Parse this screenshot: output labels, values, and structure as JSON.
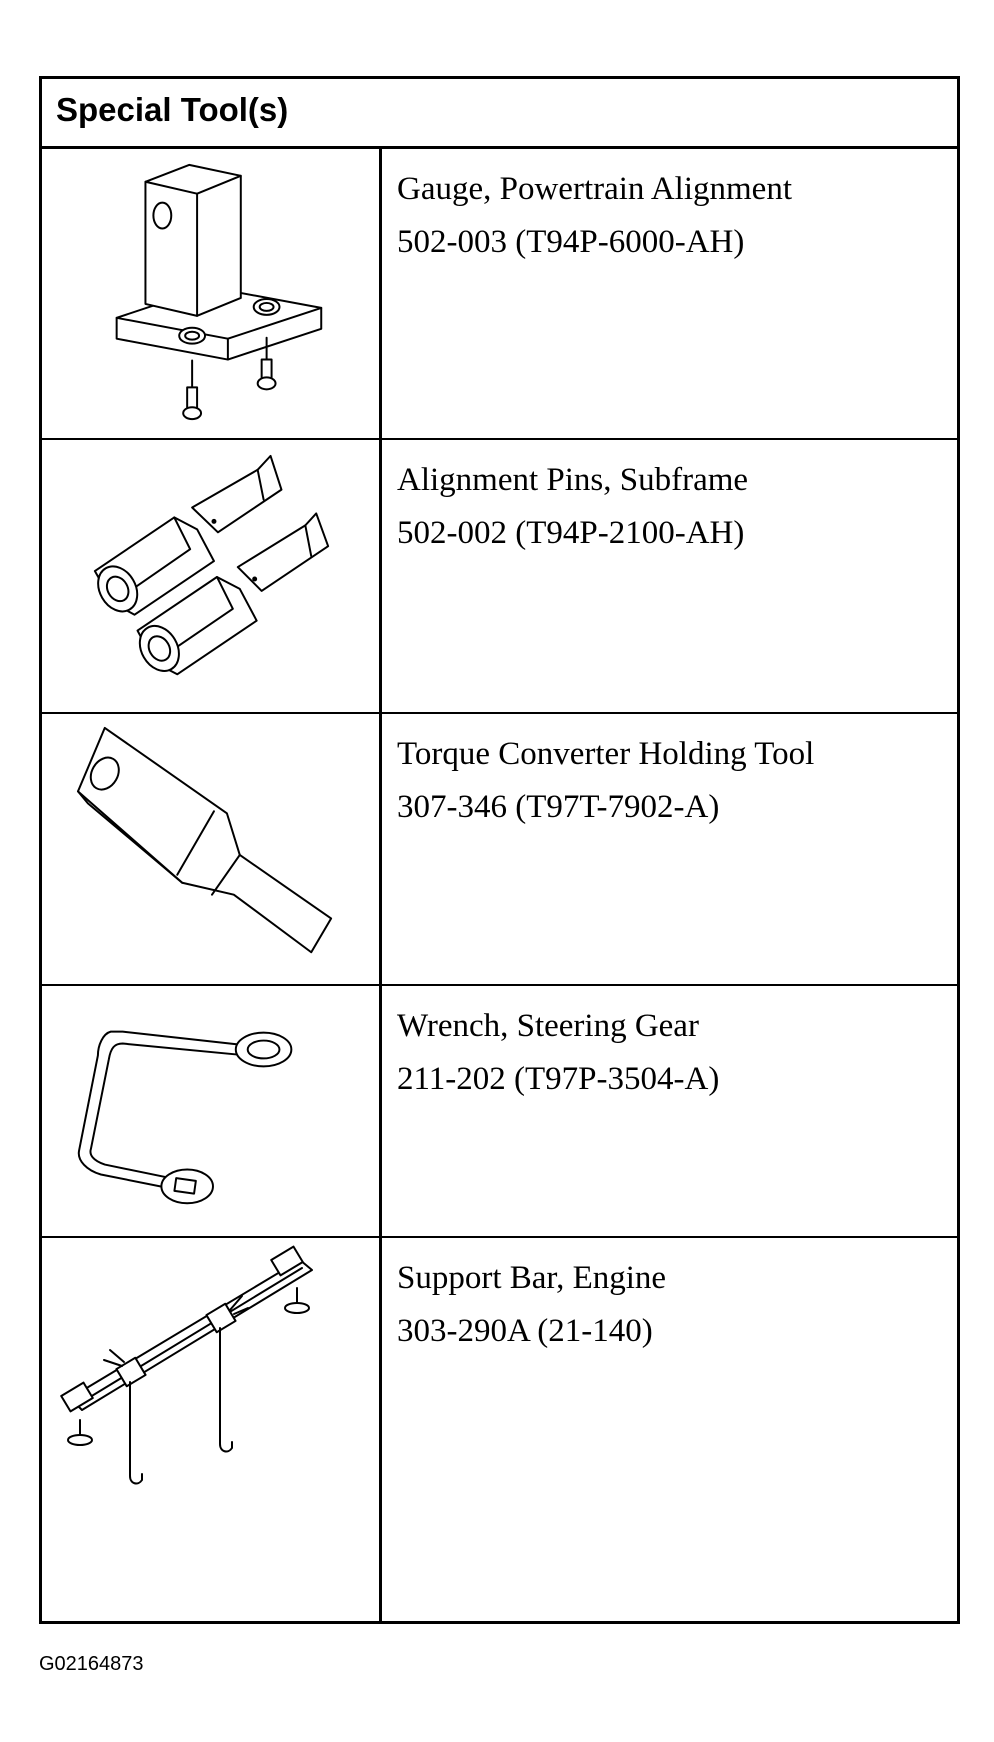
{
  "header": {
    "title": "Special Tool(s)"
  },
  "tools": [
    {
      "name": "Gauge, Powertrain Alignment",
      "number": "502-003 (T94P-6000-AH)",
      "icon": "alignment-gauge-icon"
    },
    {
      "name": "Alignment Pins, Subframe",
      "number": "502-002 (T94P-2100-AH)",
      "icon": "alignment-pins-icon"
    },
    {
      "name": "Torque Converter Holding Tool",
      "number": "307-346 (T97T-7902-A)",
      "icon": "holding-tool-icon"
    },
    {
      "name": "Wrench, Steering Gear",
      "number": "211-202 (T97P-3504-A)",
      "icon": "wrench-icon"
    },
    {
      "name": "Support Bar, Engine",
      "number": "303-290A (21-140)",
      "icon": "support-bar-icon"
    }
  ],
  "figure_id": "G02164873"
}
